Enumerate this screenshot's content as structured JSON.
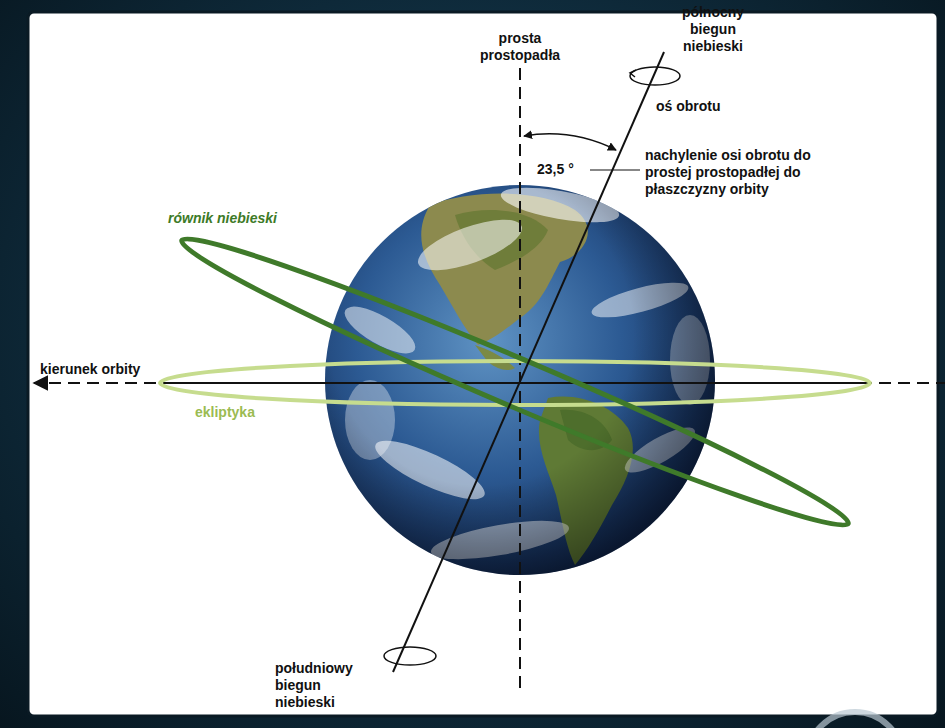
{
  "diagram": {
    "labels": [
      "prosta prostopadła",
      "północny biegun niebieski",
      "oś obrotu",
      "23,5 °",
      "nachylenie osi obrotu do prostej prostopadłej do płaszczyzny orbity",
      "równik niebieski",
      "kierunek orbity",
      "ekliptyka",
      "południowy biegun niebieski"
    ]
  }
}
